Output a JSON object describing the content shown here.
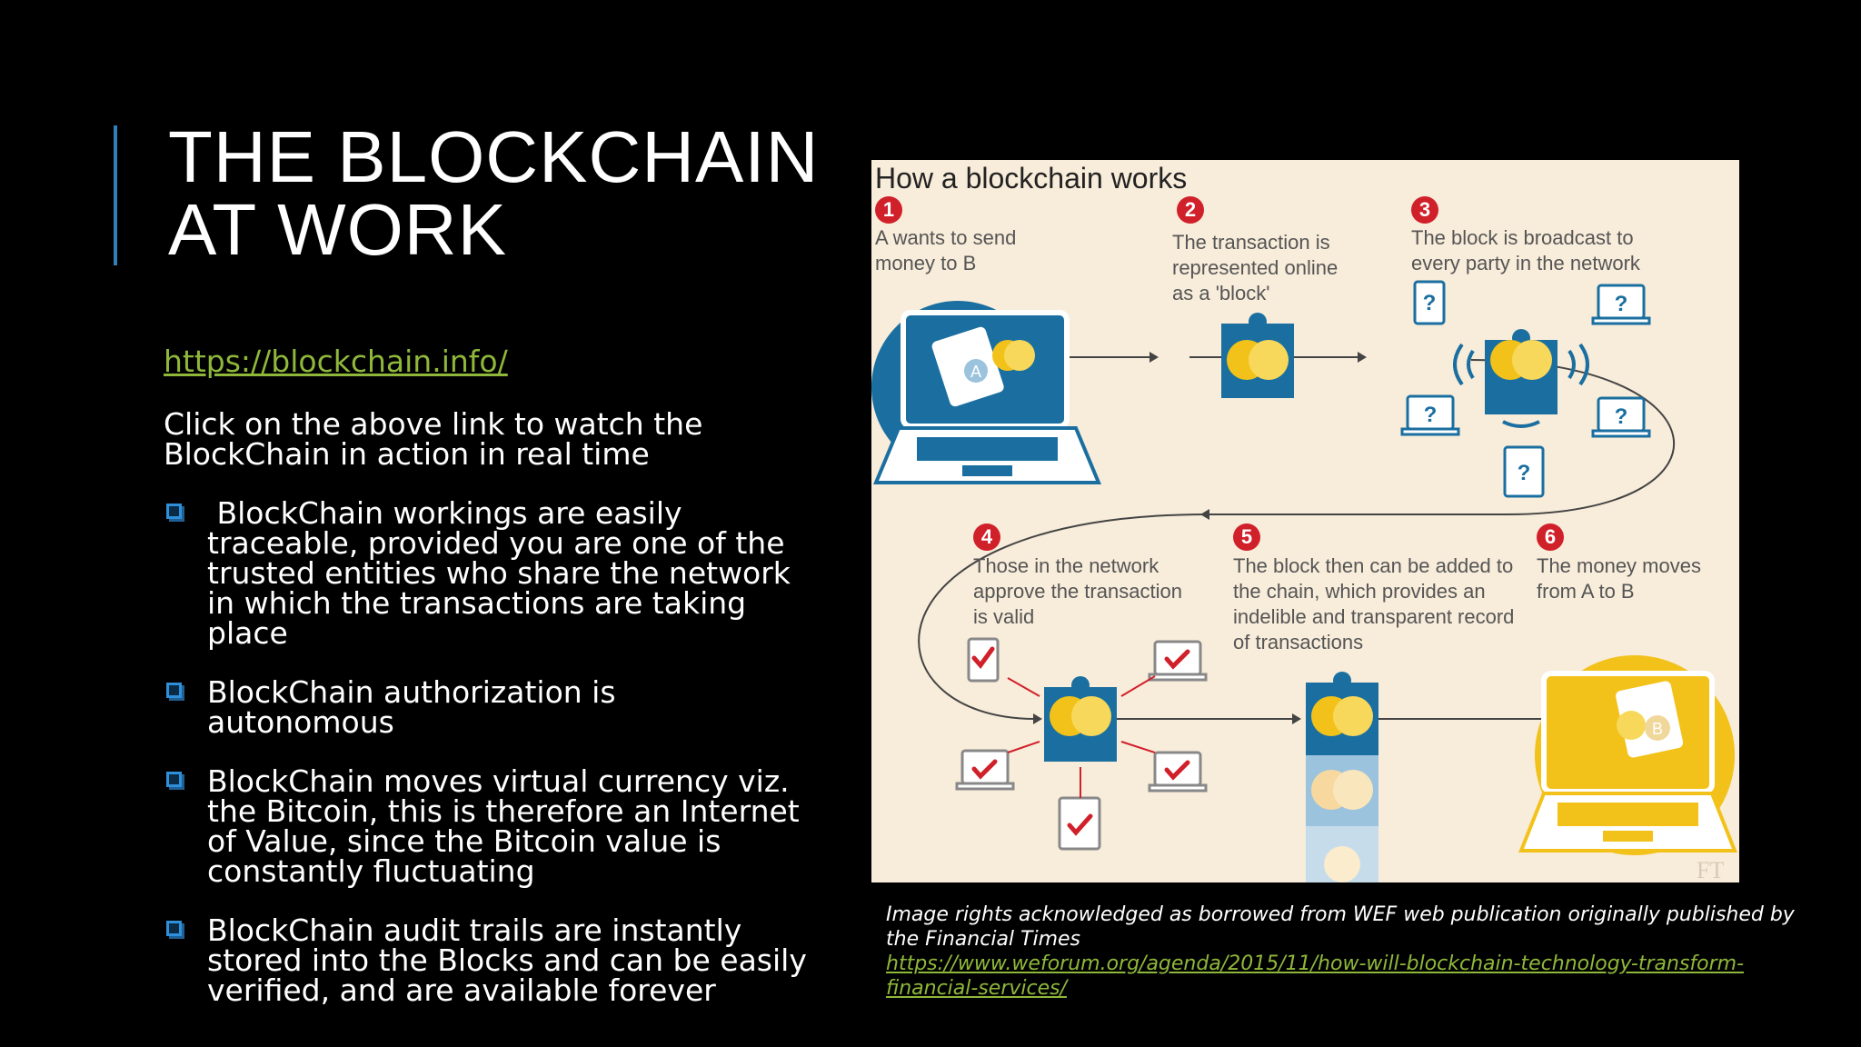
{
  "slide": {
    "title_line1": "THE BLOCKCHAIN",
    "title_line2": "AT WORK",
    "link": "https://blockchain.info/",
    "intro": "Click on the above link to watch the BlockChain in action in real time",
    "bullets": [
      " BlockChain workings are easily traceable, provided you are one of the trusted entities who share the network in which the transactions are taking place",
      "BlockChain authorization is autonomous",
      "BlockChain moves virtual currency viz. the Bitcoin, this is therefore an Internet of Value, since the Bitcoin value is constantly fluctuating",
      "BlockChain audit trails are instantly stored into the Blocks and can be easily verified, and are available forever"
    ]
  },
  "figure": {
    "title": "How a blockchain works",
    "steps": [
      {
        "num": "1",
        "text": "A wants to send money to B"
      },
      {
        "num": "2",
        "text": "The transaction is represented online as a 'block'"
      },
      {
        "num": "3",
        "text": "The block is broadcast to every party in the network"
      },
      {
        "num": "4",
        "text": "Those in the network approve the transaction is valid"
      },
      {
        "num": "5",
        "text": "The block then can be added to the chain, which provides an indelible and transparent record of transactions"
      },
      {
        "num": "6",
        "text": "The money moves from A to B"
      }
    ],
    "label_a": "A",
    "label_b": "B",
    "watermark": "FT",
    "colors": {
      "blue": "#1a6fa0",
      "gold": "#f2c21a",
      "red": "#d0202a",
      "background": "#f8ecda"
    }
  },
  "caption": {
    "text": "Image rights acknowledged as borrowed from WEF web publication originally published by the Financial Times",
    "url": "https://www.weforum.org/agenda/2015/11/how-will-blockchain-technology-transform-financial-services/"
  }
}
